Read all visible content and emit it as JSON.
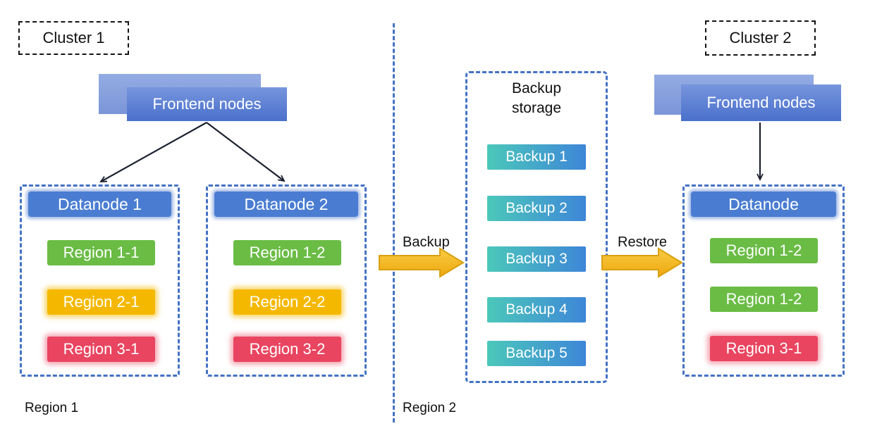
{
  "cluster1": {
    "label": "Cluster 1"
  },
  "cluster2": {
    "label": "Cluster 2"
  },
  "frontend_left": {
    "label": "Frontend nodes"
  },
  "frontend_right": {
    "label": "Frontend nodes"
  },
  "datanode1": {
    "title": "Datanode 1",
    "regions": [
      {
        "label": "Region 1-1",
        "color": "green"
      },
      {
        "label": "Region 2-1",
        "color": "yellow"
      },
      {
        "label": "Region 3-1",
        "color": "red"
      }
    ]
  },
  "datanode2": {
    "title": "Datanode 2",
    "regions": [
      {
        "label": "Region 1-2",
        "color": "green"
      },
      {
        "label": "Region 2-2",
        "color": "yellow"
      },
      {
        "label": "Region 3-2",
        "color": "red"
      }
    ]
  },
  "datanode_right": {
    "title": "Datanode",
    "regions": [
      {
        "label": "Region 1-2",
        "color": "green"
      },
      {
        "label": "Region 1-2",
        "color": "green"
      },
      {
        "label": "Region 3-1",
        "color": "red"
      }
    ]
  },
  "backup_storage": {
    "title": "Backup\nstorage",
    "items": [
      "Backup 1",
      "Backup 2",
      "Backup 3",
      "Backup 4",
      "Backup 5"
    ]
  },
  "arrows": {
    "backup_label": "Backup",
    "restore_label": "Restore"
  },
  "footers": {
    "region1": "Region 1",
    "region2": "Region 2"
  },
  "colors": {
    "dashed_blue": "#4472c4",
    "datanode_header": "#4a7dd2",
    "region_green": "#6abc45",
    "region_yellow": "#f5b800",
    "region_red": "#e94560",
    "backup_teal": "#4bc8ba",
    "backup_blue": "#3e86d8",
    "arrow_gold": "#f0ac10",
    "frontend_front": "#4a70cc",
    "frontend_back": "#8ba6e2"
  }
}
